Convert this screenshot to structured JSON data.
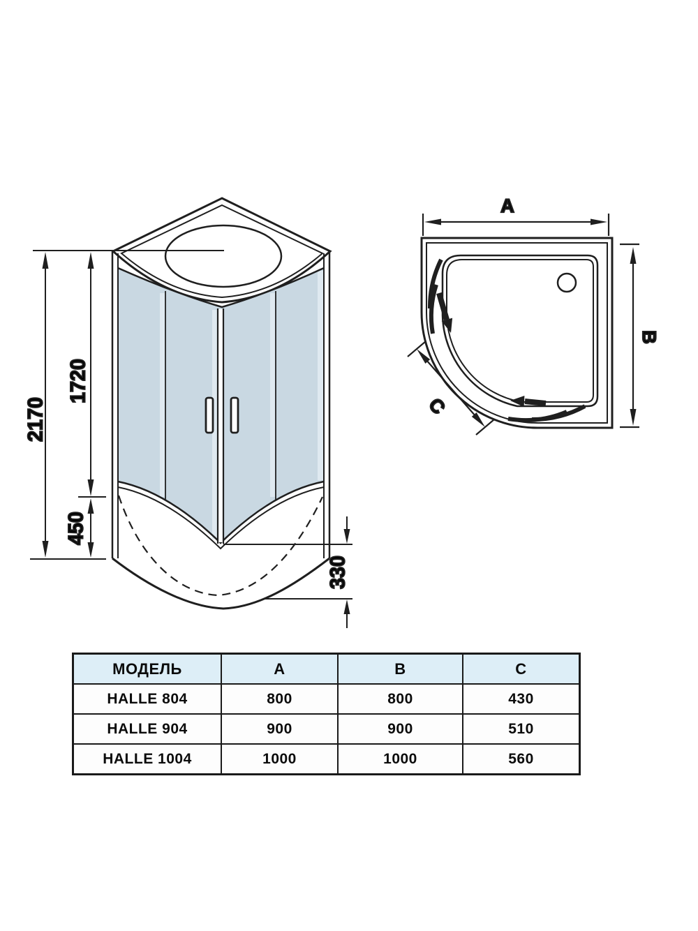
{
  "diagram": {
    "front_view": {
      "overall_height": "2170",
      "cabin_glass_height": "1720",
      "tray_height": "450",
      "tray_front_depth": "330"
    },
    "top_view": {
      "width_label": "A",
      "depth_label": "B",
      "front_entry_label": "C"
    }
  },
  "table": {
    "headers": [
      "МОДЕЛЬ",
      "A",
      "B",
      "C"
    ],
    "rows": [
      [
        "HALLE 804",
        "800",
        "800",
        "430"
      ],
      [
        "HALLE 904",
        "900",
        "900",
        "510"
      ],
      [
        "HALLE 1004",
        "1000",
        "1000",
        "560"
      ]
    ]
  },
  "colors": {
    "line": "#1f1f1f",
    "glass": "#c9d8e2",
    "glass_highlight": "#dfe9f0",
    "table_header_bg": "#ddeef7",
    "background": "#ffffff"
  }
}
